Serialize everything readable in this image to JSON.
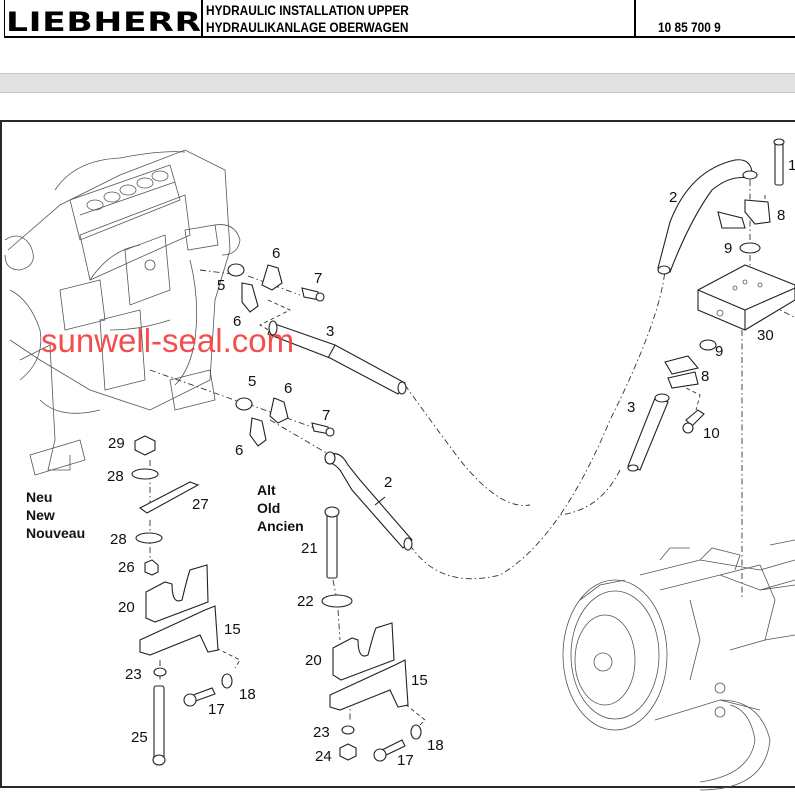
{
  "header": {
    "brand": "LIEBHERR",
    "title_en": "HYDRAULIC INSTALLATION UPPER",
    "title_de": "HYDRAULIKANLAGE OBERWAGEN",
    "part_number": "10 85 700 9"
  },
  "watermark": "sunwell-seal.com",
  "variant_labels": {
    "new": [
      "Neu",
      "New",
      "Nouveau"
    ],
    "old": [
      "Alt",
      "Old",
      "Ancien"
    ]
  },
  "callouts": [
    {
      "id": "c-1",
      "text": "1"
    },
    {
      "id": "c-2a",
      "text": "2"
    },
    {
      "id": "c-2b",
      "text": "2"
    },
    {
      "id": "c-3a",
      "text": "3"
    },
    {
      "id": "c-3b",
      "text": "3"
    },
    {
      "id": "c-5a",
      "text": "5"
    },
    {
      "id": "c-5b",
      "text": "5"
    },
    {
      "id": "c-6a",
      "text": "6"
    },
    {
      "id": "c-6b",
      "text": "6"
    },
    {
      "id": "c-6c",
      "text": "6"
    },
    {
      "id": "c-6d",
      "text": "6"
    },
    {
      "id": "c-7a",
      "text": "7"
    },
    {
      "id": "c-7b",
      "text": "7"
    },
    {
      "id": "c-8a",
      "text": "8"
    },
    {
      "id": "c-8b",
      "text": "8"
    },
    {
      "id": "c-9a",
      "text": "9"
    },
    {
      "id": "c-9b",
      "text": "9"
    },
    {
      "id": "c-10",
      "text": "10"
    },
    {
      "id": "c-15a",
      "text": "15"
    },
    {
      "id": "c-15b",
      "text": "15"
    },
    {
      "id": "c-17a",
      "text": "17"
    },
    {
      "id": "c-17b",
      "text": "17"
    },
    {
      "id": "c-18a",
      "text": "18"
    },
    {
      "id": "c-18b",
      "text": "18"
    },
    {
      "id": "c-20a",
      "text": "20"
    },
    {
      "id": "c-20b",
      "text": "20"
    },
    {
      "id": "c-21",
      "text": "21"
    },
    {
      "id": "c-22",
      "text": "22"
    },
    {
      "id": "c-23a",
      "text": "23"
    },
    {
      "id": "c-23b",
      "text": "23"
    },
    {
      "id": "c-24",
      "text": "24"
    },
    {
      "id": "c-25",
      "text": "25"
    },
    {
      "id": "c-26",
      "text": "26"
    },
    {
      "id": "c-27",
      "text": "27"
    },
    {
      "id": "c-28a",
      "text": "28"
    },
    {
      "id": "c-28b",
      "text": "28"
    },
    {
      "id": "c-29",
      "text": "29"
    },
    {
      "id": "c-30",
      "text": "30"
    }
  ]
}
